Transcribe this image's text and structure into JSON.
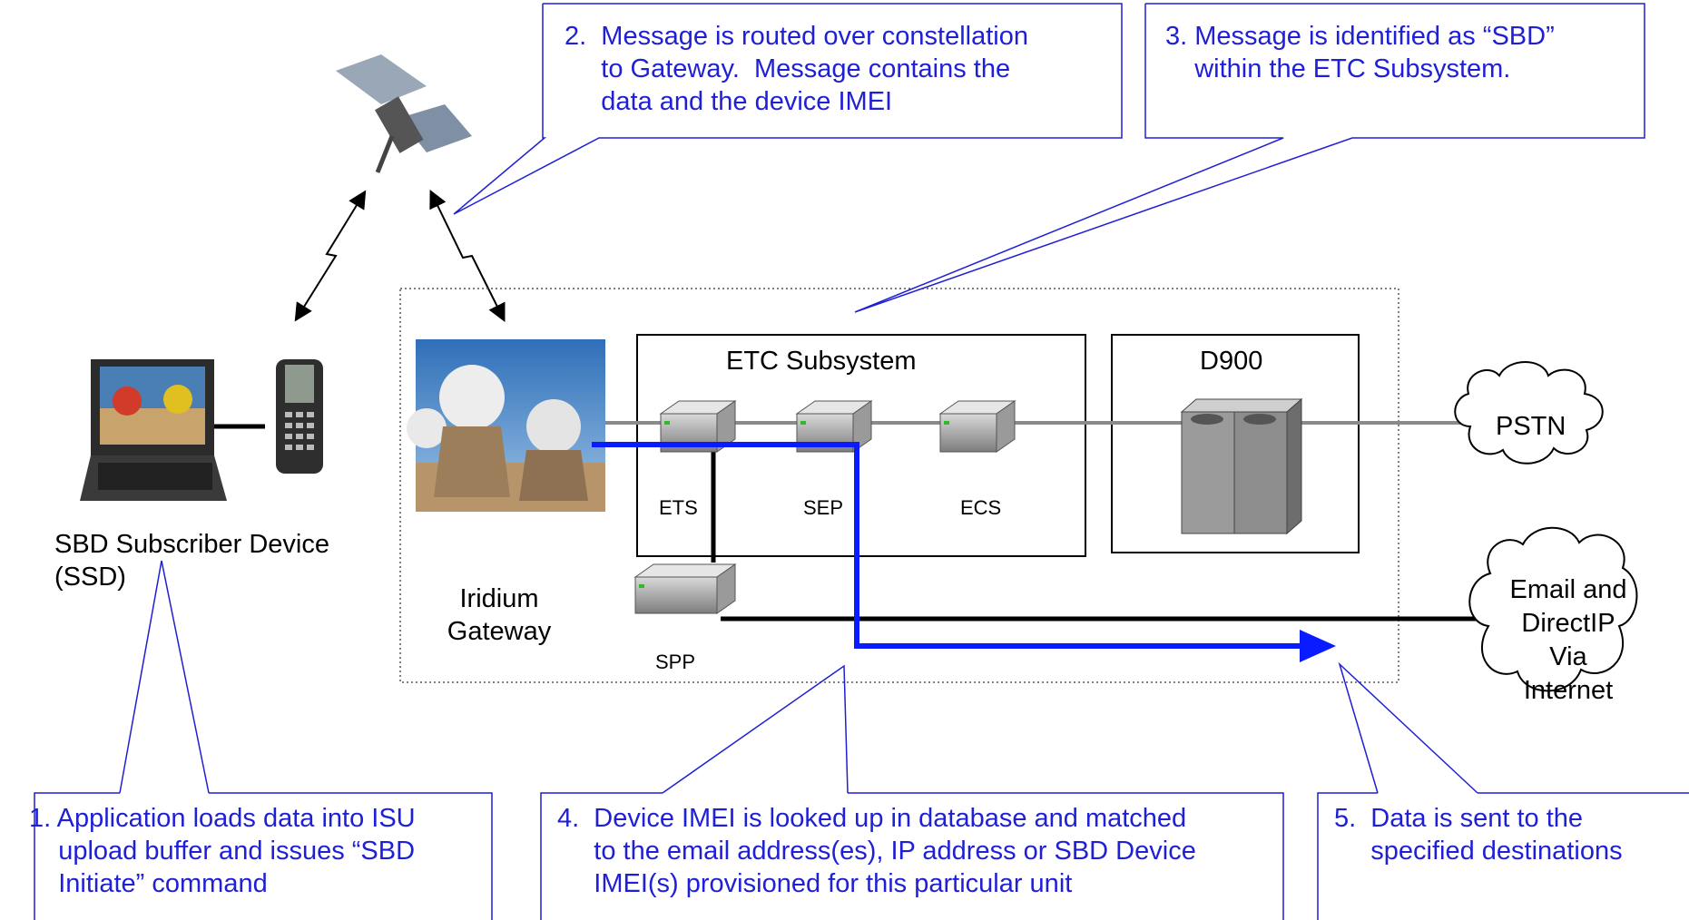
{
  "labels": {
    "ssd": "SBD Subscriber Device\n(SSD)",
    "iridium_gateway": "Iridium\nGateway",
    "etc_subsystem": "ETC Subsystem",
    "d900": "D900",
    "ets": "ETS",
    "sep": "SEP",
    "ecs": "ECS",
    "spp": "SPP",
    "pstn": "PSTN",
    "email_directip": "Email and\nDirectIP\nVia\nInternet"
  },
  "callouts": {
    "c1": "1. Application loads data into ISU\n    upload buffer and issues “SBD\n    Initiate” command",
    "c2": "2.  Message is routed over constellation\n     to Gateway.  Message contains the\n     data and the device IMEI",
    "c3": "3. Message is identified as “SBD”\n    within the ETC Subsystem.",
    "c4": "4.  Device IMEI is looked up in database and matched\n     to the email address(es), IP address or SBD Device\n     IMEI(s) provisioned for this particular unit",
    "c5": "5.  Data is sent to the\n     specified destinations"
  },
  "colors": {
    "callout_border": "#1f1fd6",
    "callout_text": "#1f1fd6",
    "data_path": "#0a1bff",
    "network_line": "#8a8a8a",
    "black_line": "#000000"
  },
  "icons": [
    "satellite-icon",
    "laptop-icon",
    "handset-icon",
    "gateway-photo",
    "server-icon",
    "cabinet-icon",
    "cloud-icon"
  ]
}
